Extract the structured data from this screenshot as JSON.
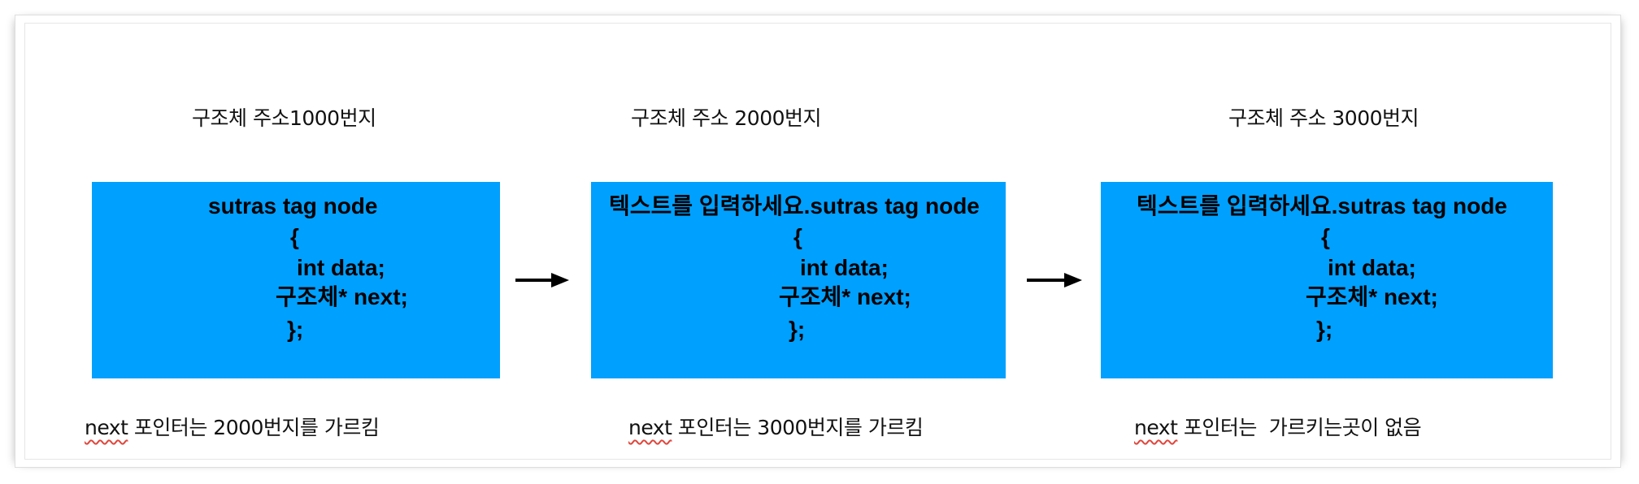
{
  "nodes": [
    {
      "address_label": "구조체 주소1000번지",
      "code": {
        "header": "sutras tag node",
        "open": "{",
        "field1": "int data;",
        "field2": "구조체* next;",
        "close": "};"
      },
      "note_word": "next",
      "note_rest": " 포인터는 2000번지를 가르킴"
    },
    {
      "address_label": "구조체 주소 2000번지",
      "code": {
        "header": "텍스트를 입력하세요.sutras tag node",
        "open": "{",
        "field1": "int data;",
        "field2": "구조체* next;",
        "close": "};"
      },
      "note_word": "next",
      "note_rest": " 포인터는 3000번지를 가르킴"
    },
    {
      "address_label": "구조체 주소 3000번지",
      "code": {
        "header": "텍스트를 입력하세요.sutras tag node",
        "open": "{",
        "field1": "int data;",
        "field2": "구조체* next;",
        "close": "};"
      },
      "note_word": "next",
      "note_rest": " 포인터는  가르키는곳이 없음"
    }
  ],
  "colors": {
    "box_fill": "#00a0fe",
    "arrow": "#000000",
    "spellcheck_underline": "#e0463c"
  }
}
